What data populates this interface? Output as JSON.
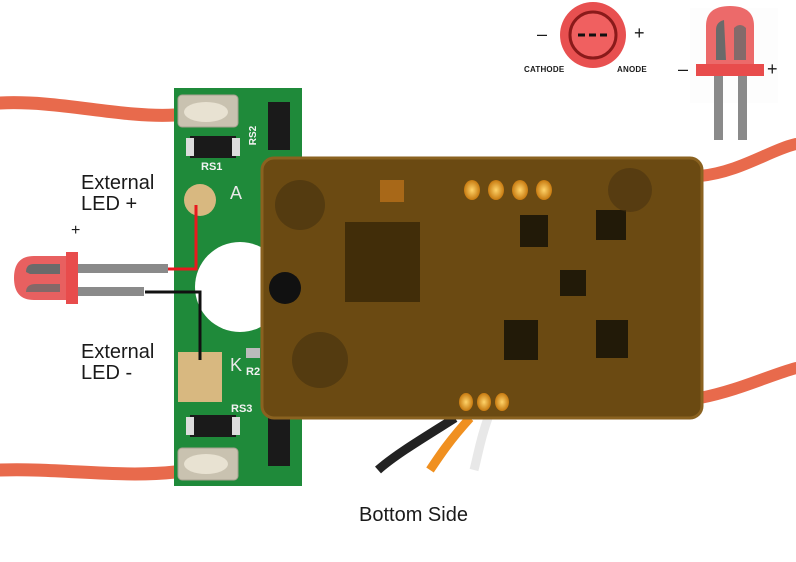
{
  "labels": {
    "external_led_plus": [
      "External",
      "LED +"
    ],
    "external_led_minus": [
      "External",
      "LED -"
    ],
    "bottom_side": "Bottom Side",
    "cathode": "CATHODE",
    "anode": "ANODE",
    "minus": "–",
    "plus": "+",
    "plus_small": "+"
  },
  "board_silkscreen": {
    "pad_a": "A",
    "pad_k": "K",
    "rs1": "RS1",
    "rs2": "RS2",
    "rs3": "RS3",
    "r2": "R2"
  },
  "colors": {
    "pcb_green": "#1f8a3a",
    "wire_red": "#e85a3c",
    "led_red": "#e84c4c",
    "lead_grey": "#8a8a8a",
    "kapton": "#6b4a12"
  }
}
